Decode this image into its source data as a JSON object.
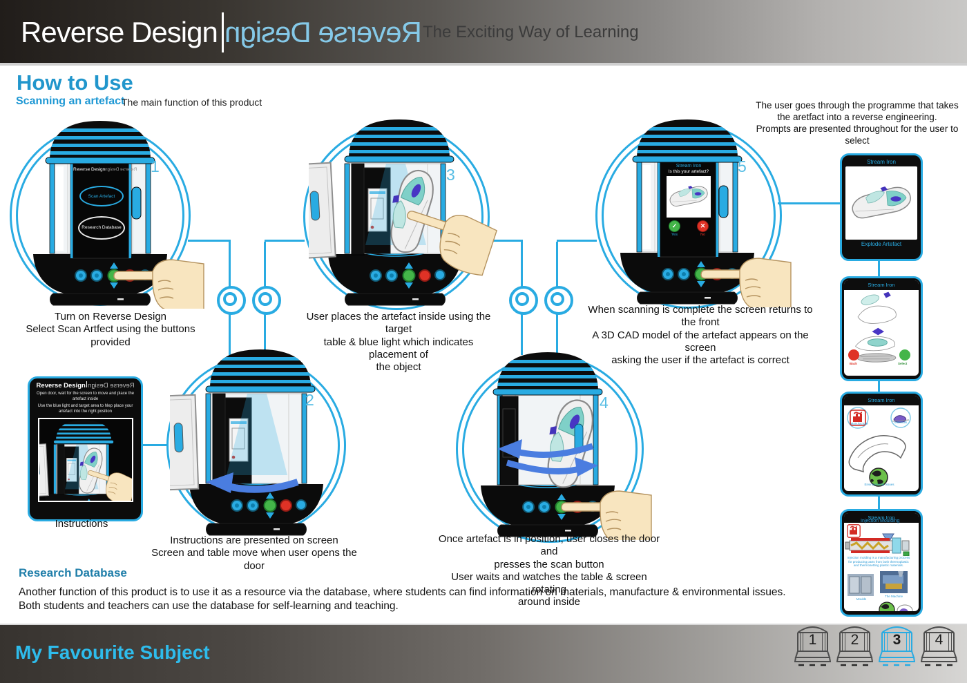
{
  "header": {
    "brand": "Reverse Design",
    "brand_mirrored": "Reverse Design",
    "tagline": "The Exciting Way of Learning"
  },
  "howto": {
    "title": "How to Use",
    "subtitle": "Scanning an artefact",
    "note": "The main function of this product",
    "top_right_note": "The user goes through the programme that takes the aretfact into a reverse engineering.\nPrompts are presented throughout for the user to select"
  },
  "steps": [
    {
      "number": "1",
      "caption": "Turn on Reverse Design\nSelect Scan Artfect using the buttons provided"
    },
    {
      "number": "2",
      "caption": "Instructions are presented on screen\nScreen and table move when user opens the door"
    },
    {
      "number": "3",
      "caption": "User places the artefact inside using the target\ntable & blue light which indicates placement of\nthe object"
    },
    {
      "number": "4",
      "caption": "Once artefact is in position, user closes the door and\npresses the scan button\nUser waits and watches the table & screen rotating\naround inside"
    },
    {
      "number": "5",
      "caption": "When scanning is complete the screen returns to the front\nA 3D CAD model of the artefact appears on the screen\nasking the user if the artefact is correct"
    }
  ],
  "machine_screen": {
    "logo": "Reverse Design",
    "scan_button": "Scan Artefact",
    "database_button": "Research Database",
    "confirm_title": "Stream Iron",
    "confirm_question": "Is this your artefact?",
    "yes_label": "Yes",
    "no_label": "No",
    "yes_glyph": "✓",
    "no_glyph": "✕"
  },
  "instructions_panel": {
    "title": "Reverse Design",
    "title_mirrored": "Reverse Design",
    "para1": "Open door, wait for the screen to move and place the artefact inside",
    "para2": "Use the blue light and target area to hlep place your artefact into the right position",
    "caption": "Instructions"
  },
  "side_panels": {
    "explode": {
      "title": "Stream Iron",
      "footer_button": "Explode Artefact"
    },
    "exploded_view": {
      "title": "Stream Iron",
      "back_label": "Back",
      "select_label": "Select"
    },
    "categories": {
      "title": "Stream Iron",
      "manufacture_label": "Manufacture",
      "materials_label": "Materials",
      "environment_label": "Environmental Issues"
    },
    "injection": {
      "title": "Stream Iron",
      "heading": "Injection Moulding",
      "body": "Injection molding is a manufacturing process for producing parts from both thermoplastic and thermosetting plastic materials.",
      "photo1_label": "Moulds",
      "photo2_label": "The Machine"
    }
  },
  "research": {
    "heading": "Research Database",
    "body": "Another function of this product  is to use it as a resource via the database, where students can find information on materials, manufacture & environmental issues.\nBoth students and teachers can use the database for self-learning and teaching."
  },
  "footer": {
    "brand": "My Favourite Subject",
    "pages": [
      "1",
      "2",
      "3",
      "4"
    ],
    "active_page": "3"
  },
  "colors": {
    "accent": "#29abe2",
    "accent_light": "#85c9e8",
    "heading_blue": "#2196cc",
    "research_blue": "#1f7ea9",
    "footer_brand": "#2ebcec",
    "arrow_blue": "#4a7de0",
    "green": "#44b549",
    "red": "#df3226",
    "purple": "#4835c4"
  }
}
